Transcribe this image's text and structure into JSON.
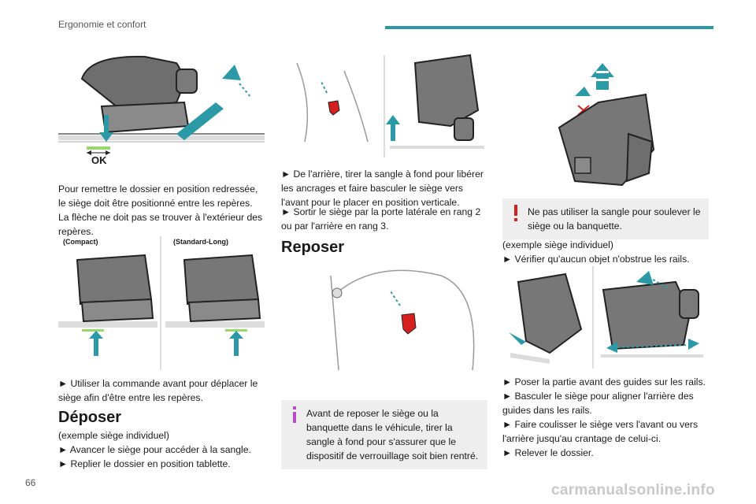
{
  "header": {
    "section": "Ergonomie et confort",
    "accent": "#2b9aa6"
  },
  "page_number": "66",
  "watermark": "carmanualsonline.info",
  "col1": {
    "fig1_label": "OK",
    "para1": "Pour remettre le dossier en position redressée, le siège doit être positionné entre les repères. La flèche ne doit pas se trouver à l'extérieur des repères.",
    "fig2_label_left": "(Compact)",
    "fig2_label_right": "(Standard-Long)",
    "para2": "► Utiliser la commande avant pour déplacer le siège afin d'être entre les repères.",
    "heading": "Déposer",
    "para3_line1": "(exemple siège individuel)",
    "para3_line2": "► Avancer le siège pour accéder à la sangle.",
    "para3_line3": "► Replier le dossier en position tablette."
  },
  "col2": {
    "para1": "► De l'arrière, tirer la sangle à fond pour libérer les ancrages et faire basculer le siège vers l'avant pour le placer en position verticale.",
    "para2": "► Sortir le siège par la porte latérale en rang 2 ou par l'arrière en rang 3.",
    "heading": "Reposer",
    "info_icon": "info-icon",
    "info_text": "Avant de reposer le siège ou la banquette dans le véhicule, tirer la sangle à fond pour s'assurer que le dispositif de verrouillage soit bien rentré."
  },
  "col3": {
    "warning_icon": "warning-icon",
    "warning_text": "Ne pas utiliser la sangle pour soulever le siège ou la banquette.",
    "para1_line1": "(exemple siège individuel)",
    "para1_line2": "► Vérifier qu'aucun objet n'obstrue les rails.",
    "para2_line1": "► Poser la partie avant des guides sur les rails.",
    "para2_line2": "► Basculer le siège pour aligner l'arrière des guides dans les rails.",
    "para2_line3": "► Faire coulisser le siège vers l'avant ou vers l'arrière jusqu'au crantage de celui-ci.",
    "para2_line4": "► Relever le dossier."
  },
  "colors": {
    "teal_arrow": "#2b9aa6",
    "red_handle": "#d62020",
    "warning": "#d62020",
    "info": "#b44fc7",
    "green_mark": "#9ad86b"
  }
}
